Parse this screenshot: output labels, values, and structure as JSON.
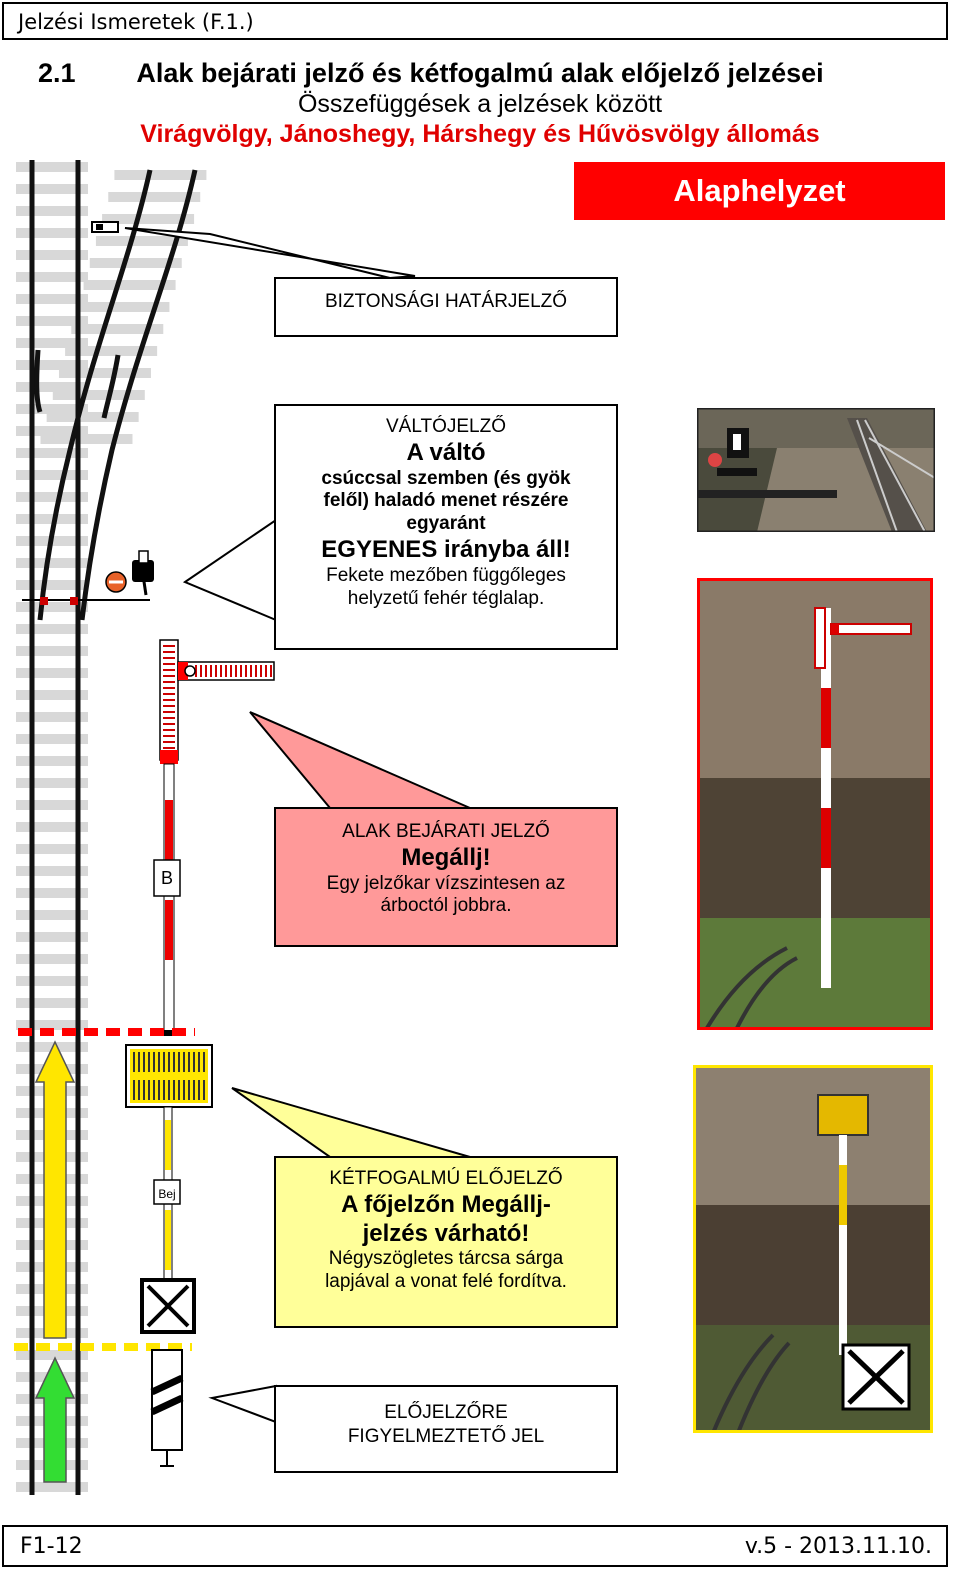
{
  "header": {
    "title": "Jelzési Ismeretek (F.1.)"
  },
  "heading": {
    "number": "2.1",
    "title": "Alak bejárati jelző és kétfogalmú alak előjelző jelzései",
    "subtitle": "Összefüggések a jelzések között",
    "stations": "Virágvölgy, Jánoshegy, Hárshegy és Hűvösvölgy állomás"
  },
  "state_badge": "Alaphelyzet",
  "callouts": {
    "safety": {
      "label": "BIZTONSÁGI HATÁRJELZŐ"
    },
    "switch": {
      "label": "VÁLTÓJELZŐ",
      "headline": "A váltó",
      "detail_1": "csúccsal szemben (és gyök",
      "detail_2": "felől) haladó menet részére",
      "detail_3": "egyaránt",
      "headline_2": "EGYENES irányba áll!",
      "desc_1": "Fekete mezőben függőleges",
      "desc_2": "helyzetű fehér téglalap."
    },
    "entry": {
      "label": "ALAK BEJÁRATI JELZŐ",
      "headline": "Megállj!",
      "desc_1": "Egy jelzőkar vízszintesen az",
      "desc_2": "árboctól jobbra."
    },
    "distant": {
      "label": "KÉTFOGALMÚ ELŐJELZŐ",
      "headline_1": "A főjelzőn Megállj-",
      "headline_2": "jelzés várható!",
      "desc_1": "Négyszögletes tárcsa sárga",
      "desc_2": "lapjával a vonat felé fordítva."
    },
    "warning": {
      "label_1": "ELŐJELZŐRE",
      "label_2": "FIGYELMEZTETŐ JEL"
    }
  },
  "diagram": {
    "mast_letter": "B",
    "distant_plate": "Bej"
  },
  "colors": {
    "red": "#ff0000",
    "pink": "#f99",
    "yellow": "#ffff99",
    "signal_yellow": "#ffe600",
    "arrow_green": "#33dd33"
  },
  "footer": {
    "page": "F1-12",
    "version": "v.5 - 2013.11.10."
  }
}
